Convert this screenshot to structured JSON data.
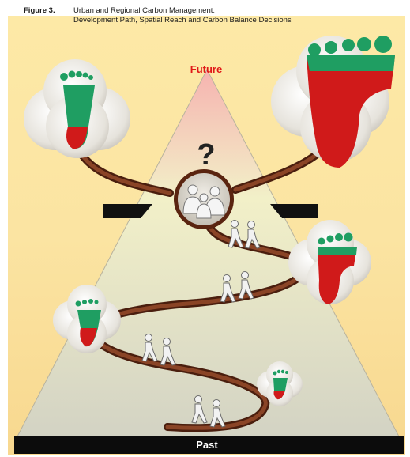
{
  "figure": {
    "label": "Figure 3.",
    "title_line1": "Urban and Regional Carbon Management:",
    "title_line2": "Development Path, Spatial Reach and Carbon Balance Decisions"
  },
  "labels": {
    "future": "Future",
    "past": "Past"
  },
  "colors": {
    "footprint_green": "#1f9e62",
    "footprint_red": "#d01a1a",
    "path_brown": "#8a4426",
    "future_red": "#e01818"
  },
  "icons": [
    "footprint-icon",
    "people-group-icon",
    "walking-people-icon",
    "question-mark"
  ]
}
